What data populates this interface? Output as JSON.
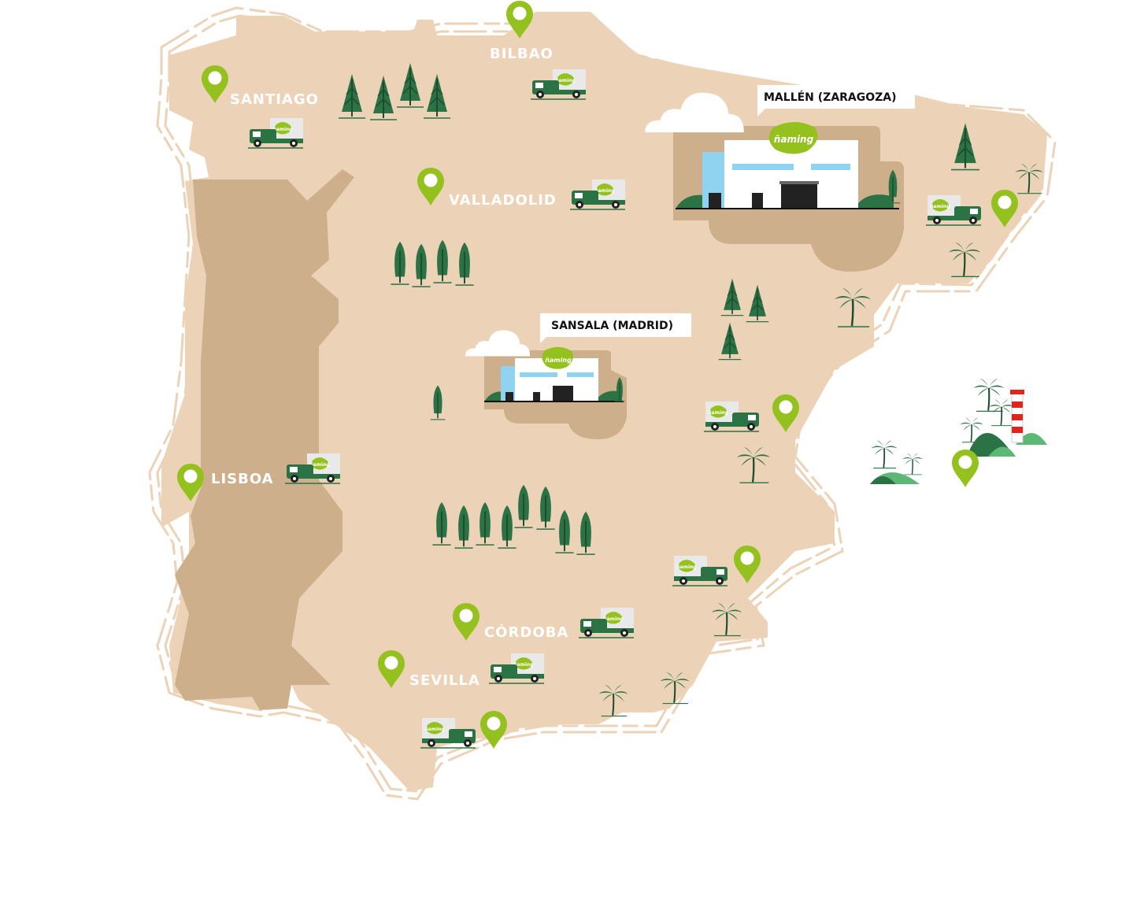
{
  "colors": {
    "land": "#ecd2b6",
    "portugal": "#cdb08b",
    "outline": "#ecd2b6",
    "pin": "#95c11f",
    "tree_dark": "#2b7244",
    "truck": "#2b7244",
    "brand_green": "#95c11f",
    "glass": "#8fd3f0",
    "label_bg": "#ffffff",
    "label_text": "#111111",
    "city_text": "#ffffff"
  },
  "cities": [
    {
      "id": "bilbao",
      "label": "BILBAO"
    },
    {
      "id": "santiago",
      "label": "SANTIAGO"
    },
    {
      "id": "valladolid",
      "label": "VALLADOLID"
    },
    {
      "id": "lisboa",
      "label": "LISBOA"
    },
    {
      "id": "cordoba",
      "label": "CÓRDOBA"
    },
    {
      "id": "sevilla",
      "label": "SEVILLA"
    }
  ],
  "hubs": [
    {
      "id": "mallen",
      "label": "MALLÉN (ZARAGOZA)",
      "brand": "ñaming"
    },
    {
      "id": "sansala",
      "label": "SANSALA (MADRID)",
      "brand": "ñaming"
    }
  ],
  "truck_brand": "ñaming",
  "icons": {
    "pin": "map-pin-icon",
    "truck": "delivery-truck-icon",
    "pine": "pine-tree-icon",
    "cypress": "cypress-tree-icon",
    "palm": "palm-tree-icon",
    "lighthouse": "lighthouse-icon",
    "cloud": "cloud-icon",
    "warehouse": "warehouse-icon"
  }
}
